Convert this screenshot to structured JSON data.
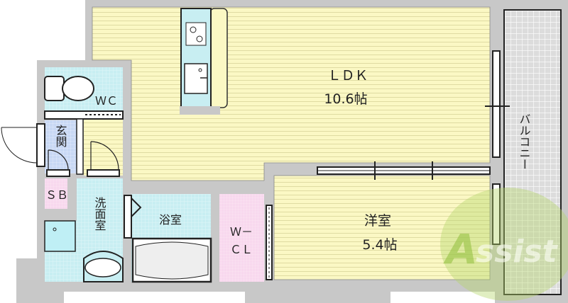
{
  "rooms": {
    "ldk": {
      "name": "ＬＤＫ",
      "size": "10.6帖"
    },
    "western": {
      "name": "洋室",
      "size": "5.4帖"
    },
    "balcony": {
      "name": "バルコニー"
    },
    "wc": {
      "name": "ＷＣ"
    },
    "entrance": {
      "name": "玄関"
    },
    "sb": {
      "name": "ＳＢ"
    },
    "washroom": {
      "name": "洗面室"
    },
    "bath": {
      "name": "浴室"
    },
    "wcl": {
      "name_line1": "Ｗ－",
      "name_line2": "ＣＬ"
    }
  },
  "watermark": {
    "text": "Assist"
  },
  "colors": {
    "wall": "#c8c8c8",
    "floor_wood": "#fbf8c4",
    "wet_area": "#c8eef2",
    "entrance": "#c8d8f4",
    "closet": "#f8d8ee",
    "balcony": "#e2e2e2",
    "watermark": "#a8cc55"
  }
}
